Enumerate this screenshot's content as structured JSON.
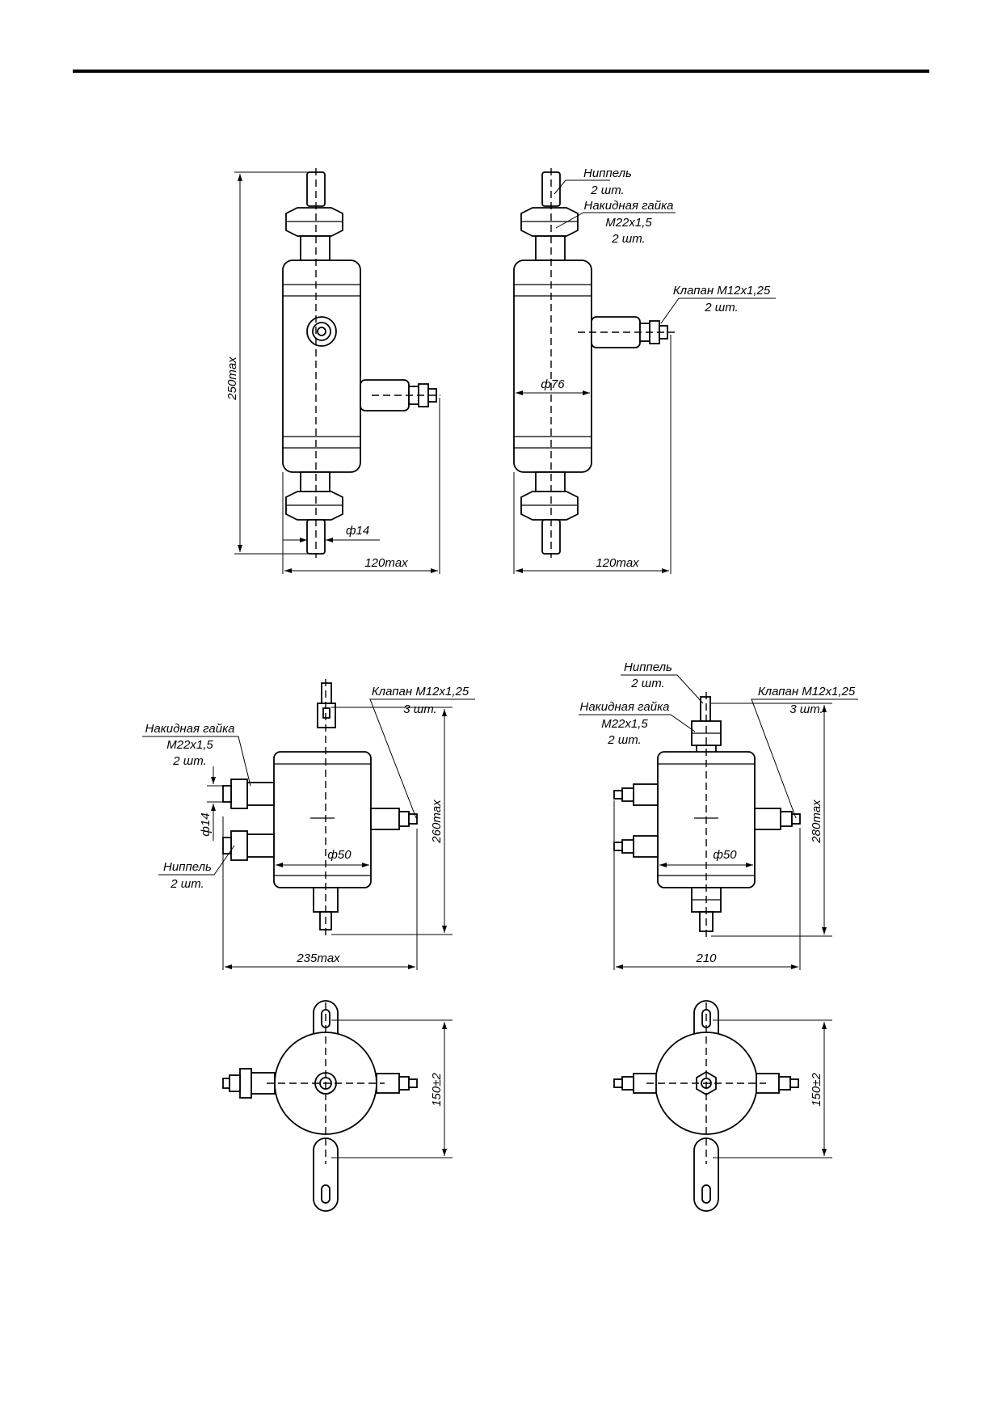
{
  "labels": {
    "nipple": "Ниппель",
    "nut": "Накидная гайка",
    "thread_m22": "M22x1,5",
    "valve": "Клапан М12х1,25",
    "qty2": "2 шт.",
    "qty3": "3 шт."
  },
  "dimensions": {
    "h250": "250max",
    "w120a": "120max",
    "w120b": "120max",
    "d14a": "ф14",
    "d76": "ф76",
    "h260": "260max",
    "w235": "235max",
    "d14b": "ф14",
    "d50a": "ф50",
    "h280": "280max",
    "w210": "210",
    "d50b": "ф50",
    "h150a": "150±2",
    "h150b": "150±2"
  }
}
